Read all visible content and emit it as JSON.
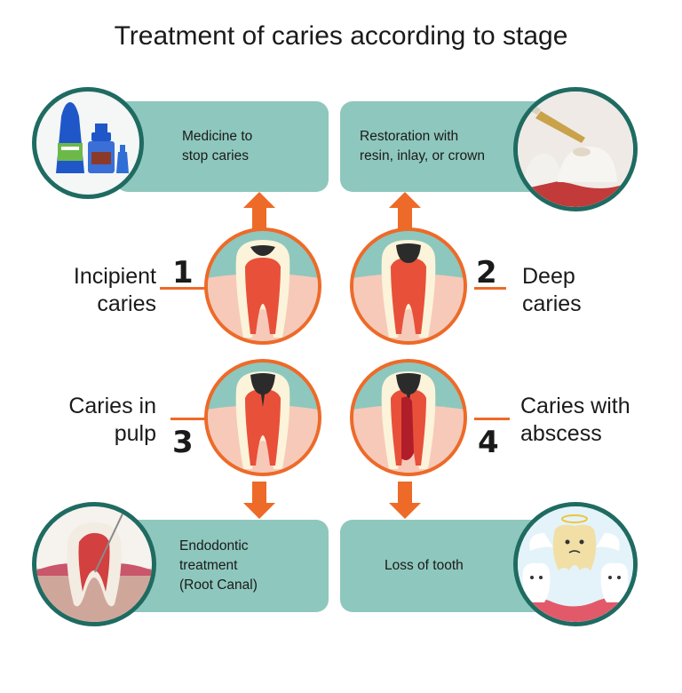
{
  "title": "Treatment of caries according to stage",
  "stages": [
    {
      "number": "1",
      "label": "Incipient\ncaries"
    },
    {
      "number": "2",
      "label": "Deep\ncaries"
    },
    {
      "number": "3",
      "label": "Caries in\npulp"
    },
    {
      "number": "4",
      "label": "Caries with\nabscess"
    }
  ],
  "treatments": [
    {
      "text": "Medicine to\nstop caries"
    },
    {
      "text": "Restoration with\nresin, inlay, or crown"
    },
    {
      "text": "Endodontic\ntreatment\n(Root Canal)"
    },
    {
      "text": "Loss of tooth"
    }
  ],
  "colors": {
    "accent": "#ee6a28",
    "teal": "#8ec7bd",
    "dark_teal": "#1f6b62",
    "decay": "#2b2b2b",
    "gum": "#f7c9b9",
    "pulp": "#e8503a"
  }
}
